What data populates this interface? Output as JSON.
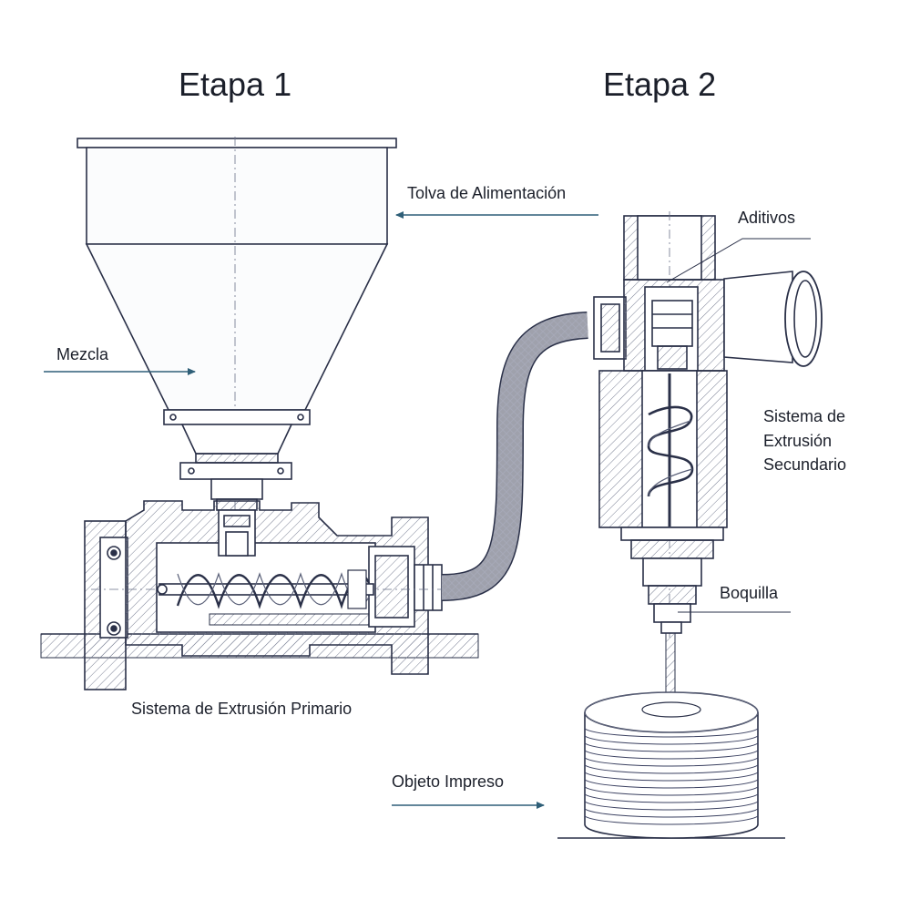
{
  "stages": {
    "stage1": "Etapa 1",
    "stage2": "Etapa 2"
  },
  "labels": {
    "hopper": "Tolva de Alimentación",
    "mix": "Mezcla",
    "additives": "Aditivos",
    "secondary_line1": "Sistema de",
    "secondary_line2": "Extrusión",
    "secondary_line3": "Secundario",
    "nozzle": "Boquilla",
    "primary": "Sistema de Extrusión Primario",
    "printed_object": "Objeto Impreso"
  },
  "colors": {
    "line": "#2a3048",
    "hatch": "#7a8094",
    "arrow": "#2f5f78",
    "hose": "#3a4060"
  }
}
